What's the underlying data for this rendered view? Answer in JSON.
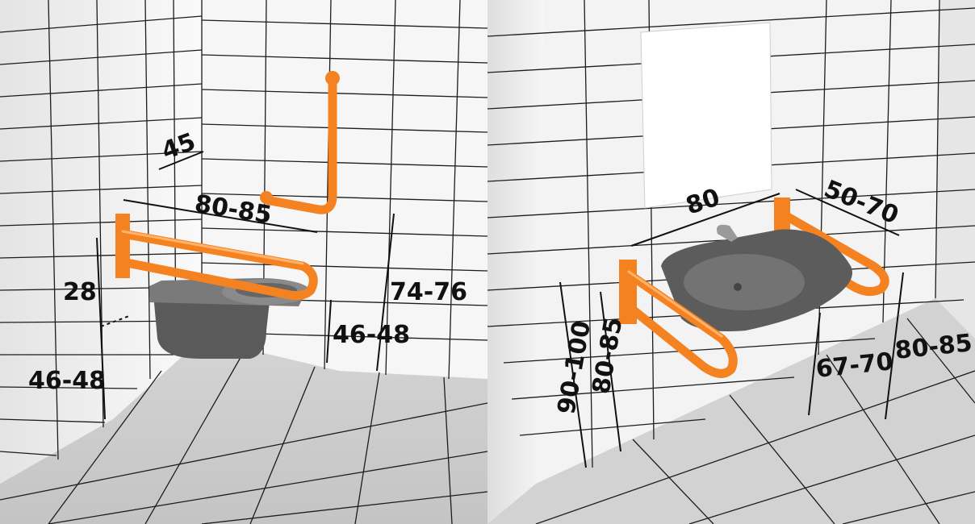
{
  "colors": {
    "grab_bar": "#f58220",
    "fixture": "#6e6e6e",
    "wall": "#f4f4f4",
    "floor": "#d9d9d9",
    "grout": "#1c1c1c"
  },
  "toilet_panel": {
    "labels": {
      "bar_offset": "45",
      "bar_length": "80-85",
      "bar_gap": "28",
      "seat_height_wall": "46-48",
      "seat_height_front": "46-48",
      "vertical_bar_height": "74-76"
    }
  },
  "washbasin_panel": {
    "labels": {
      "basin_width": "80",
      "bar_depth": "50-70",
      "bar_height_outer": "90-100",
      "bar_height_inner": "80-85",
      "basin_clearance": "67-70",
      "basin_rim_height": "80-85"
    }
  }
}
